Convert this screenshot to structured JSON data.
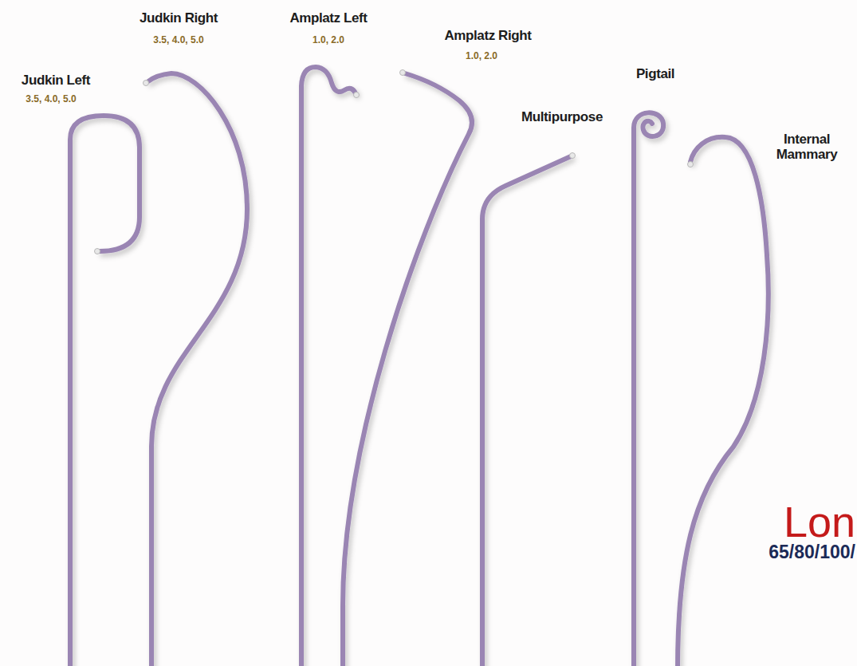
{
  "diagram": {
    "labels": [
      "Judkin Left",
      "3.5, 4.0, 5.0",
      "Judkin Right",
      "3.5, 4.0, 5.0",
      "Amplatz Left",
      "1.0, 2.0",
      "Amplatz Right",
      "1.0, 2.0",
      "Multipurpose",
      "Pigtail",
      "Internal Mammary",
      "Lon",
      "65/80/100/"
    ]
  }
}
